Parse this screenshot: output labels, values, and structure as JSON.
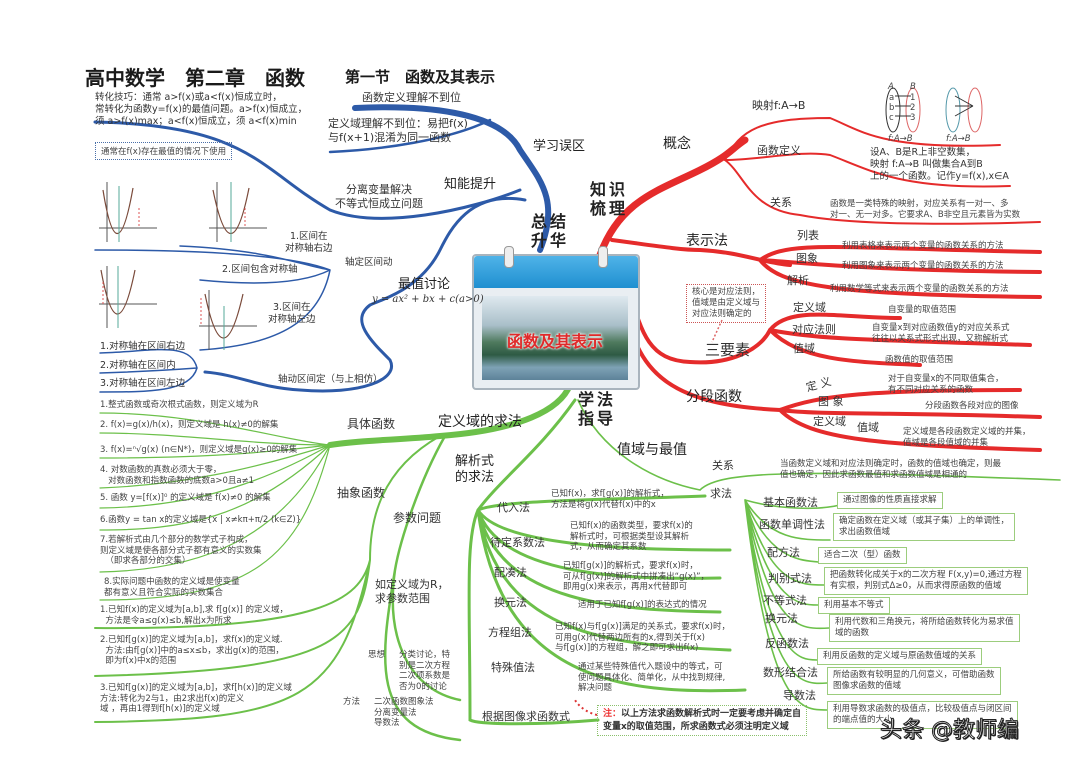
{
  "header": {
    "main_title": "高中数学　第二章　函数",
    "section_title": "第一节　函数及其表示"
  },
  "colors": {
    "summary_branch": "#2d5aa8",
    "knowledge_branch": "#e52b2b",
    "method_branch": "#6cc04a"
  },
  "center": {
    "title": "函数及其表示",
    "icon": "calendar-icon"
  },
  "hubs": {
    "summary": "总结\n升华",
    "knowledge": "知识\n梳理",
    "method": "学法\n指导"
  },
  "summary": {
    "mistakes": {
      "label": "学习误区",
      "items": [
        "函数定义理解不到位",
        "定义域理解不到位：易把f(x)\n与f(x+1)混淆为同一函数"
      ]
    },
    "improve": {
      "label": "知能提升",
      "separation": "分离变量解决\n不等式恒成立问题",
      "tip": "转化技巧：通常 a>f(x)或a<f(x)恒成立时，\n常转化为函数y=f(x)的最值问题。a>f(x)恒成立，\n须 a>f(x)max；a<f(x)恒成立，须 a<f(x)min",
      "tip_note": "通常在f(x)存在最值的情况下使用",
      "extremum": {
        "label": "最值讨论",
        "formula": "y = ax² + bx + c(a>0)"
      },
      "fixed_axis": {
        "label": "轴定区间动",
        "cases": [
          "1.区间在\n对称轴右边",
          "2.区间包含对称轴",
          "3.区间在\n对称轴左边"
        ]
      },
      "moving_axis": {
        "label": "轴动区间定（与上相仿）",
        "cases": [
          "1.对称轴在区间右边",
          "2.对称轴在区间内",
          "3.对称轴在区间左边"
        ]
      }
    }
  },
  "knowledge": {
    "concept": {
      "label": "概念",
      "mapping": {
        "label": "映射f:A→B",
        "diagram_caption": "f:A→B",
        "set_a": "A",
        "set_b": "B",
        "elements_a": [
          "a",
          "b",
          "c"
        ],
        "elements_b": [
          "1",
          "2",
          "3"
        ]
      },
      "definition": {
        "label": "函数定义",
        "text": "设A、B是R上非空数集，\n映射 f:A→B 叫做集合A到B\n上的一个函数。记作y=f(x),x∈A"
      },
      "relation": {
        "label": "关系",
        "text": "函数是一类特殊的映射，对应关系有一对一、多\n对一、无一对多。它要求A、B非空且元素皆为实数"
      }
    },
    "representation": {
      "label": "表示法",
      "items": [
        {
          "label": "列表",
          "text": "利用表格来表示两个变量的函数关系的方法"
        },
        {
          "label": "图象",
          "text": "利用图象来表示两个变量的函数关系的方法"
        },
        {
          "label": "解析",
          "text": "利用数学等式来表示两个变量的函数关系的方法"
        }
      ]
    },
    "three_elements": {
      "label": "三要素",
      "note": "核心是对应法则，\n值域是由定义域与\n对应法则确定的",
      "items": [
        {
          "label": "定义域",
          "text": "自变量的取值范围"
        },
        {
          "label": "对应法则",
          "text": "自变量x到对应函数值y的对应关系式\n往往以关系式形式出现，又称解析式"
        },
        {
          "label": "值域",
          "text": "函数值的取值范围"
        }
      ]
    },
    "piecewise": {
      "label": "分段函数",
      "items": [
        {
          "label": "定 义",
          "text": "对于自变量x的不同取值集合，\n有不同对应关系的函数"
        },
        {
          "label": "图 象",
          "text": "分段函数各段对应的图像"
        },
        {
          "label": "定义域",
          "label2": "值域",
          "text": "定义域是各段函数定义域的并集，\n值域是各段值域的并集"
        }
      ]
    }
  },
  "method": {
    "domain": {
      "label": "定义域的求法",
      "concrete": {
        "label": "具体函数",
        "items": [
          "1.整式函数或奇次根式函数，则定义域为R",
          "2. f(x)=g(x)/h(x)，则定义域是 h(x)≠0的解集",
          "3. f(x)=ⁿ√g(x) (n∈N*)，则定义域是g(x)≥0的解集",
          "4. 对数函数的真数必须大于零，\n   对数函数和指数函数的底数a>0且a≠1",
          "5. 函数 y=[f(x)]⁰ 的定义域是 f(x)≠0 的解集",
          "6.函数y = tan x的定义域是{x | x≠kπ+π/2 (k∈Z)}",
          "7.若解析式由几个部分的数学式子构成，\n则定义域是使各部分式子都有意义的实数集\n  （即求各部分的交集）",
          "8.实际问题中函数的定义域是使变量\n都有意义且符合实际的实数集合"
        ]
      },
      "abstract": {
        "label": "抽象函数",
        "items": [
          "1.已知f(x)的定义域为[a,b],求 f[g(x)] 的定义域，\n  方法是令a≤g(x)≤b,解出x为所求",
          "2.已知f[g(x)]的定义域为[a,b]，求f(x)的定义域.\n  方法:由f[g(x)]中的a≤x≤b，求出g(x)的范围，\n  即为f(x)中x的范围",
          "3.已知f[g(x)]的定义域为[a,b]，求f[h(x)]的定义域\n方法:转化为2与1，由2求出f(x)的定义\n域 ，再由1得到f[h(x)]的定义域"
        ]
      },
      "parameter": {
        "label": "参数问题",
        "sub": "如定义域为R，\n求参数范围",
        "idea_label": "思想",
        "idea": "分类讨论，特\n别是二次方程\n二次项系数是\n否为0的讨论",
        "methods_label": "方法",
        "methods": "二次函数图象法\n分离变量法\n导数法"
      }
    },
    "expression": {
      "label": "解析式\n的求法",
      "items": [
        {
          "label": "代入法",
          "text": "已知f(x)，求f[g(x)]的解析式，\n方法是将g(x)代替f(x)中的x"
        },
        {
          "label": "待定系数法",
          "text": "已知f(x)的函数类型，要求f(x)的\n解析式时，可根据类型设其解析\n式，从而确定其系数"
        },
        {
          "label": "配凑法",
          "text": "已知f[g(x)]的解析式，要求f(x)时，\n可从f[g(x)]的解析式中拼凑出“g(x)”，\n即用g(x)来表示，再用x代替即可"
        },
        {
          "label": "换元法",
          "text": "适用于已知f[g(x)]的表达式的情况"
        },
        {
          "label": "方程组法",
          "text": "已知f(x)与f[g(x)]满足的关系式，要求f(x)时，\n可用g(x)代替两边所有的x,得到关于f(x)\n与f[g(x)]的方程组，解之即可求出f(x)"
        },
        {
          "label": "特殊值法",
          "text": "通过某些特殊值代入题设中的等式，可\n使问题具体化、简单化，从中找到规律,\n解决问题"
        },
        {
          "label": "根据图像求函数式",
          "text": ""
        }
      ],
      "note_prefix": "注：",
      "note": "以上方法求函数解析式时一定要考虑并确定自\n变量x的取值范围，所求函数式必须注明定义域"
    },
    "range": {
      "label": "值域与最值",
      "relation_label": "关系",
      "relation": "当函数定义域和对应法则确定时，函数的值域也确定，则最\n值也确定，因此求函数最值和求函数值域是相通的",
      "methods_label": "求法",
      "methods": [
        {
          "label": "基本函数法",
          "text": "通过图像的性质直接求解"
        },
        {
          "label": "函数单调性法",
          "text": "确定函数在定义域（或其子集）上的单调性，\n求出函数值域"
        },
        {
          "label": "配方法",
          "text": "适合二次（型）函数"
        },
        {
          "label": "判别式法",
          "text": "把函数转化成关于x的二次方程 F(x,y)=0,通过方程\n有实根，判别式Δ≥0，从而求得原函数的值域"
        },
        {
          "label": "不等式法",
          "text": "利用基本不等式"
        },
        {
          "label": "换元法",
          "text": "利用代数和三角换元，将所给函数转化为易求值\n域的函数"
        },
        {
          "label": "反函数法",
          "text": "利用反函数的定义域与原函数值域的关系"
        },
        {
          "label": "数形结合法",
          "text": "所给函数有较明显的几何意义，可借助函数\n图像求函数的值域"
        },
        {
          "label": "导数法",
          "text": "利用导数求函数的极值点，比较极值点与闭区间\n的端点值的大小"
        }
      ]
    }
  },
  "watermark": "头条 @教师编"
}
